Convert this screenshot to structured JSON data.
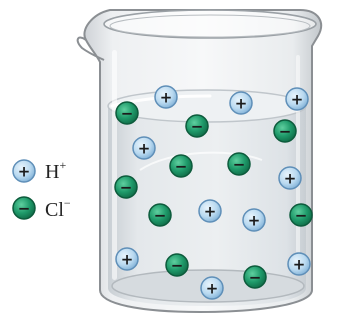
{
  "legend": [
    {
      "sign": "+",
      "symbol": "H",
      "charge": "+",
      "kind": "cation"
    },
    {
      "sign": "−",
      "symbol": "Cl",
      "charge": "−",
      "kind": "anion"
    }
  ],
  "colors": {
    "cation_fill": "#b9d9f0",
    "cation_stroke": "#5f8fb8",
    "anion_fill": "#1f9a6a",
    "anion_stroke": "#0d5b3c",
    "sign": "#1b1b1b",
    "solution": "#dde2e6",
    "glass_edge": "#8b8f93"
  },
  "ions": {
    "cation_sign": "+",
    "anion_sign": "−"
  }
}
